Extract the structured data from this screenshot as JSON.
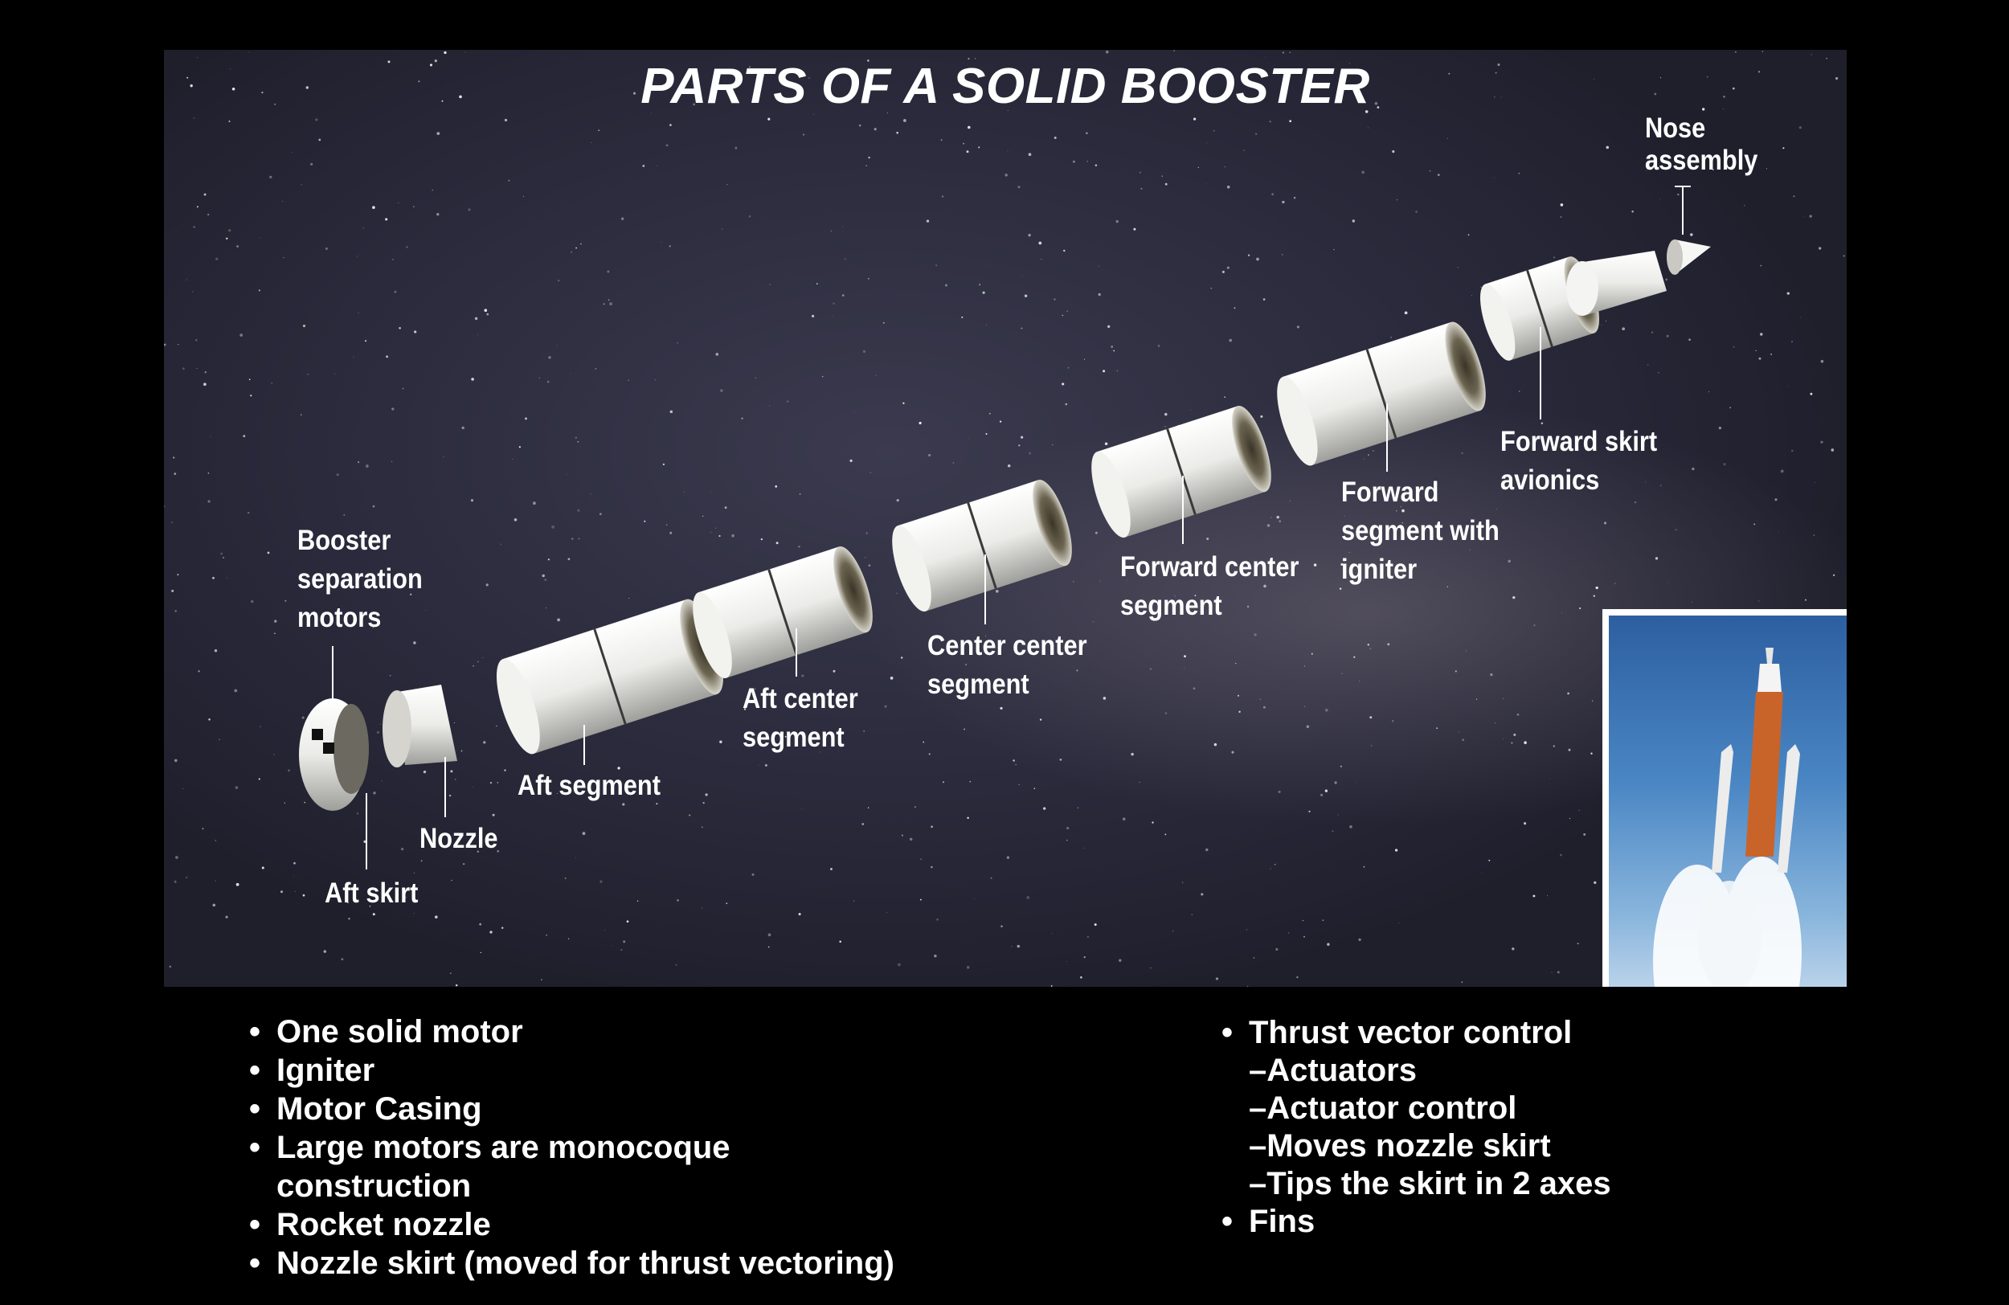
{
  "title": "PARTS OF A SOLID BOOSTER",
  "labels": {
    "booster_sep": [
      "Booster",
      "separation",
      "motors"
    ],
    "aft_skirt": "Aft skirt",
    "nozzle": "Nozzle",
    "aft_segment": "Aft segment",
    "aft_center": [
      "Aft center",
      "segment"
    ],
    "center_center": [
      "Center center",
      "segment"
    ],
    "forward_center": [
      "Forward center",
      "segment"
    ],
    "forward_segment": [
      "Forward",
      "segment with",
      "igniter"
    ],
    "forward_skirt": [
      "Forward skirt",
      "avionics"
    ],
    "nose": [
      "Nose",
      "assembly"
    ]
  },
  "left_bullets": [
    "One solid motor",
    "Igniter",
    "Motor Casing",
    "Large motors are monocoque",
    "construction",
    "Rocket nozzle",
    "Nozzle skirt (moved for thrust vectoring)"
  ],
  "right_bullets": [
    "Thrust vector control",
    "–Actuators",
    "–Actuator control",
    "–Moves nozzle skirt",
    "–Tips the skirt in 2 axes",
    "Fins"
  ],
  "colors": {
    "background": "#000000",
    "panel": "#2c2c3d",
    "segment": "#e9e9e6",
    "core_stage": "#c8642a"
  }
}
